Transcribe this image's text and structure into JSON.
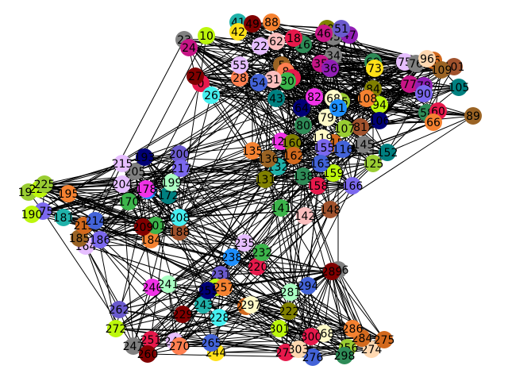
{
  "graph": {
    "edge_color": "#000000",
    "node_palette": [
      "#e6194b",
      "#3cb44b",
      "#ffe119",
      "#4363d8",
      "#f58231",
      "#911eb4",
      "#46f0f0",
      "#f032e6",
      "#bcf60c",
      "#fabebe",
      "#008080",
      "#e6beff",
      "#9a6324",
      "#fffac8",
      "#800000",
      "#aaffc3",
      "#808000",
      "#ffd8b1",
      "#000075",
      "#808080",
      "#7b68ee",
      "#2e8b57",
      "#ff7f50",
      "#6a5acd",
      "#20b2aa",
      "#d2691e",
      "#9acd32",
      "#c71585",
      "#1e90ff",
      "#a0522d"
    ],
    "nodes": [
      {
        "id": "0",
        "label": "0"
      },
      {
        "id": "5",
        "label": "5"
      },
      {
        "id": "8",
        "label": "8"
      },
      {
        "id": "9",
        "label": "9"
      },
      {
        "id": "10",
        "label": "10"
      },
      {
        "id": "16",
        "label": "16"
      },
      {
        "id": "18",
        "label": "18"
      },
      {
        "id": "22",
        "label": "22"
      },
      {
        "id": "23",
        "label": "23"
      },
      {
        "id": "24",
        "label": "24"
      },
      {
        "id": "26",
        "label": "26"
      },
      {
        "id": "27",
        "label": "27"
      },
      {
        "id": "28",
        "label": "28"
      },
      {
        "id": "30",
        "label": "30"
      },
      {
        "id": "31",
        "label": "31"
      },
      {
        "id": "34",
        "label": "34"
      },
      {
        "id": "35",
        "label": "35"
      },
      {
        "id": "36",
        "label": "36"
      },
      {
        "id": "40",
        "label": "40"
      },
      {
        "id": "41",
        "label": "41"
      },
      {
        "id": "42",
        "label": "42"
      },
      {
        "id": "43",
        "label": "43"
      },
      {
        "id": "45",
        "label": "45"
      },
      {
        "id": "46",
        "label": "46"
      },
      {
        "id": "47",
        "label": "47"
      },
      {
        "id": "49",
        "label": "49"
      },
      {
        "id": "51",
        "label": "51"
      },
      {
        "id": "54",
        "label": "54"
      },
      {
        "id": "55",
        "label": "55"
      },
      {
        "id": "58",
        "label": "58"
      },
      {
        "id": "60",
        "label": "60"
      },
      {
        "id": "62",
        "label": "62"
      },
      {
        "id": "64",
        "label": "64"
      },
      {
        "id": "65",
        "label": "65"
      },
      {
        "id": "66",
        "label": "66"
      },
      {
        "id": "68",
        "label": "68"
      },
      {
        "id": "69",
        "label": "69"
      },
      {
        "id": "73",
        "label": "73"
      },
      {
        "id": "75",
        "label": "75"
      },
      {
        "id": "76",
        "label": "76"
      },
      {
        "id": "77",
        "label": "77"
      },
      {
        "id": "78",
        "label": "78"
      },
      {
        "id": "79",
        "label": "79"
      },
      {
        "id": "80",
        "label": "80"
      },
      {
        "id": "81",
        "label": "81"
      },
      {
        "id": "82",
        "label": "82"
      },
      {
        "id": "84",
        "label": "84"
      },
      {
        "id": "86",
        "label": "86"
      },
      {
        "id": "88",
        "label": "88"
      },
      {
        "id": "89",
        "label": "89"
      },
      {
        "id": "90",
        "label": "90"
      },
      {
        "id": "91",
        "label": "91"
      },
      {
        "id": "94",
        "label": "94"
      },
      {
        "id": "96",
        "label": "96"
      },
      {
        "id": "101",
        "label": "101"
      },
      {
        "id": "105",
        "label": "105"
      },
      {
        "id": "106",
        "label": "106"
      },
      {
        "id": "107",
        "label": "107"
      },
      {
        "id": "108",
        "label": "108"
      },
      {
        "id": "109",
        "label": "109"
      },
      {
        "id": "115",
        "label": "115"
      },
      {
        "id": "116",
        "label": "116"
      },
      {
        "id": "119",
        "label": "119"
      },
      {
        "id": "125",
        "label": "125"
      },
      {
        "id": "129",
        "label": "129"
      },
      {
        "id": "131",
        "label": "131"
      },
      {
        "id": "132",
        "label": "132"
      },
      {
        "id": "135",
        "label": "135"
      },
      {
        "id": "136",
        "label": "136"
      },
      {
        "id": "138",
        "label": "138"
      },
      {
        "id": "141",
        "label": "141"
      },
      {
        "id": "142",
        "label": "142"
      },
      {
        "id": "145",
        "label": "145"
      },
      {
        "id": "148",
        "label": "148"
      },
      {
        "id": "152",
        "label": "152"
      },
      {
        "id": "155",
        "label": "155"
      },
      {
        "id": "158",
        "label": "158"
      },
      {
        "id": "159",
        "label": "159"
      },
      {
        "id": "160",
        "label": "160"
      },
      {
        "id": "162",
        "label": "162"
      },
      {
        "id": "163",
        "label": "163"
      },
      {
        "id": "164",
        "label": "164"
      },
      {
        "id": "166",
        "label": "166"
      },
      {
        "id": "170",
        "label": "170"
      },
      {
        "id": "172",
        "label": "172"
      },
      {
        "id": "175",
        "label": "175"
      },
      {
        "id": "176",
        "label": "176"
      },
      {
        "id": "178",
        "label": "178"
      },
      {
        "id": "180",
        "label": "180"
      },
      {
        "id": "181",
        "label": "181"
      },
      {
        "id": "184",
        "label": "184"
      },
      {
        "id": "185",
        "label": "185"
      },
      {
        "id": "186",
        "label": "186"
      },
      {
        "id": "188",
        "label": "188"
      },
      {
        "id": "190",
        "label": "190"
      },
      {
        "id": "193",
        "label": "193"
      },
      {
        "id": "194",
        "label": "194"
      },
      {
        "id": "195",
        "label": "195"
      },
      {
        "id": "199",
        "label": "199"
      },
      {
        "id": "200",
        "label": "200"
      },
      {
        "id": "201",
        "label": "201"
      },
      {
        "id": "204",
        "label": "204"
      },
      {
        "id": "205",
        "label": "205"
      },
      {
        "id": "206",
        "label": "206"
      },
      {
        "id": "208",
        "label": "208"
      },
      {
        "id": "209",
        "label": "209"
      },
      {
        "id": "213",
        "label": "213"
      },
      {
        "id": "214",
        "label": "214"
      },
      {
        "id": "215",
        "label": "215"
      },
      {
        "id": "217",
        "label": "217"
      },
      {
        "id": "220",
        "label": "220"
      },
      {
        "id": "221",
        "label": "221"
      },
      {
        "id": "222",
        "label": "222"
      },
      {
        "id": "225",
        "label": "225"
      },
      {
        "id": "228",
        "label": "228"
      },
      {
        "id": "229",
        "label": "229"
      },
      {
        "id": "231",
        "label": "231"
      },
      {
        "id": "232",
        "label": "232"
      },
      {
        "id": "235",
        "label": "235"
      },
      {
        "id": "236",
        "label": "236"
      },
      {
        "id": "238",
        "label": "238"
      },
      {
        "id": "240",
        "label": "240"
      },
      {
        "id": "241",
        "label": "241"
      },
      {
        "id": "243",
        "label": "243"
      },
      {
        "id": "244",
        "label": "244"
      },
      {
        "id": "246",
        "label": "246"
      },
      {
        "id": "247",
        "label": "247"
      },
      {
        "id": "251",
        "label": "251"
      },
      {
        "id": "252",
        "label": "252"
      },
      {
        "id": "255",
        "label": "255"
      },
      {
        "id": "256",
        "label": "256"
      },
      {
        "id": "257",
        "label": "257"
      },
      {
        "id": "260",
        "label": "260"
      },
      {
        "id": "262",
        "label": "262"
      },
      {
        "id": "265",
        "label": "265"
      },
      {
        "id": "268",
        "label": "268"
      },
      {
        "id": "270",
        "label": "270"
      },
      {
        "id": "271",
        "label": "271"
      },
      {
        "id": "272",
        "label": "272"
      },
      {
        "id": "274",
        "label": "274"
      },
      {
        "id": "275",
        "label": "275"
      },
      {
        "id": "276",
        "label": "276"
      },
      {
        "id": "281",
        "label": "281"
      },
      {
        "id": "284",
        "label": "284"
      },
      {
        "id": "286",
        "label": "286"
      },
      {
        "id": "289",
        "label": "289"
      },
      {
        "id": "293",
        "label": "293"
      },
      {
        "id": "294",
        "label": "294"
      },
      {
        "id": "297",
        "label": "297"
      },
      {
        "id": "298",
        "label": "298"
      },
      {
        "id": "300",
        "label": "300"
      },
      {
        "id": "301",
        "label": "301"
      },
      {
        "id": "303",
        "label": "303"
      }
    ]
  }
}
